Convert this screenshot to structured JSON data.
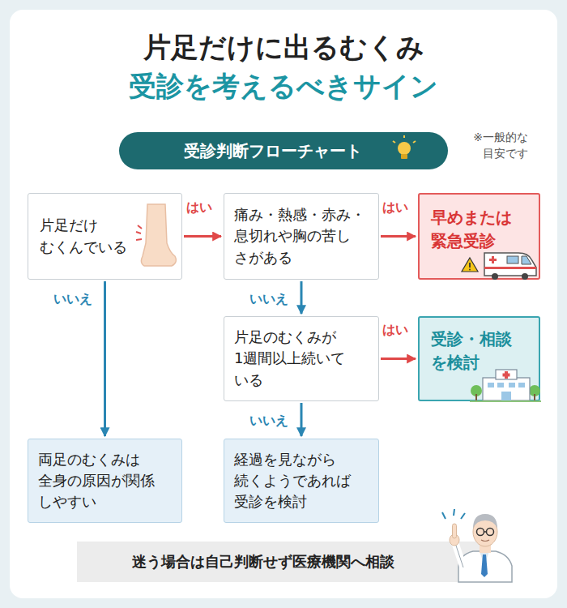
{
  "diagram": {
    "title": "片足だけに出るむくみ",
    "nodes": [
      {
        "text": [
          "受診判断フローチャート"
        ]
      },
      {
        "text": [
          "片足だけ むくんでいる"
        ]
      },
      {
        "text": [
          "痛み・熱感・赤み・ 息切れや胸の苦し さがある"
        ]
      },
      {
        "text": [
          "早めまたは 緊急受診"
        ]
      },
      {
        "text": [
          "片足のむくみが 1週間以上続いて いる"
        ]
      },
      {
        "text": [
          "受診・相談 を検討"
        ]
      },
      {
        "text": [
          "両足のむくみは 全身の原因が関係 しやすい"
        ]
      },
      {
        "text": [
          "経過を見ながら 続くようであれば 受診を検討"
        ]
      },
      {
        "text": [
          "迷う場合は自己判断せず医療機関へ相談"
        ]
      }
    ],
    "edges": [
      {
        "from": 1,
        "to": 2,
        "label": "はい",
        "arrow": "to"
      },
      {
        "from": 2,
        "to": 3,
        "label": "はい",
        "arrow": "to"
      },
      {
        "from": 2,
        "to": 4,
        "label": "いいえ",
        "arrow": "to"
      },
      {
        "from": 4,
        "to": 5,
        "label": "はい",
        "arrow": "to"
      },
      {
        "from": 4,
        "to": 7,
        "label": "いいえ",
        "arrow": "to"
      },
      {
        "from": 1,
        "to": 6,
        "label": "いいえ",
        "arrow": "to"
      }
    ],
    "labels": [
      "受診を考えるべきサイン",
      "※一般的な 目安です"
    ]
  }
}
